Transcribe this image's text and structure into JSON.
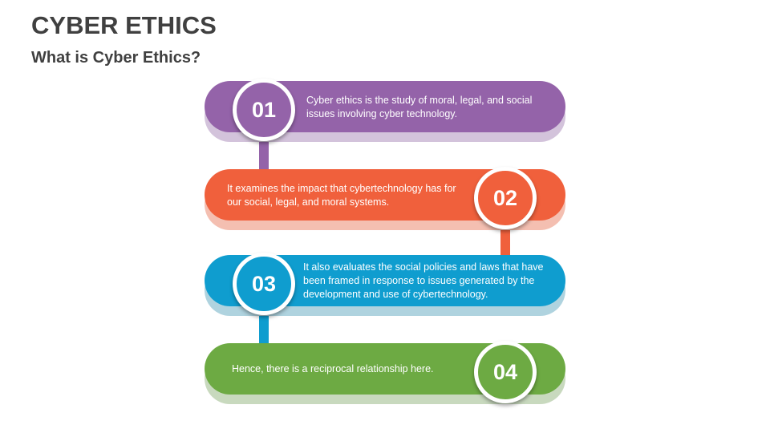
{
  "header": {
    "title": "CYBER ETHICS",
    "subtitle": "What is Cyber Ethics?"
  },
  "steps": [
    {
      "number": "01",
      "text": "Cyber ethics is the study of moral, legal, and social issues involving cyber technology.",
      "color": "#9463A9",
      "shadow_color": "#D3C3DB"
    },
    {
      "number": "02",
      "text": "It examines the impact that cybertechnology has for our social, legal, and moral systems.",
      "color": "#F0603C",
      "shadow_color": "#F4BFB1"
    },
    {
      "number": "03",
      "text": "It also evaluates the social policies and laws that have been framed in response to issues generated by the development and use of cybertechnology.",
      "color": "#0F9DCF",
      "shadow_color": "#AFD3DF"
    },
    {
      "number": "04",
      "text": "Hence, there is a reciprocal relationship here.",
      "color": "#6DAA43",
      "shadow_color": "#C8D9BE"
    }
  ]
}
